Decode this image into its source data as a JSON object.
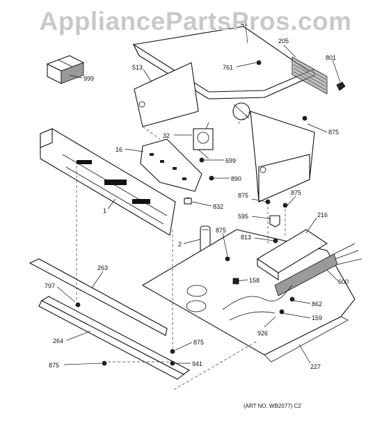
{
  "watermark": "AppliancePartsPros.com",
  "art_number": "(ART NO. WB2077) C2",
  "callouts": [
    {
      "id": "41",
      "text": "41"
    },
    {
      "id": "205",
      "text": "205"
    },
    {
      "id": "801",
      "text": "801"
    },
    {
      "id": "999",
      "text": "999"
    },
    {
      "id": "513",
      "text": "513"
    },
    {
      "id": "761",
      "text": "761"
    },
    {
      "id": "875a",
      "text": "875"
    },
    {
      "id": "32",
      "text": "32"
    },
    {
      "id": "16",
      "text": "16"
    },
    {
      "id": "699",
      "text": "699"
    },
    {
      "id": "890",
      "text": "890"
    },
    {
      "id": "1",
      "text": "1"
    },
    {
      "id": "832",
      "text": "832"
    },
    {
      "id": "875b",
      "text": "875"
    },
    {
      "id": "875c",
      "text": "875"
    },
    {
      "id": "595",
      "text": "595"
    },
    {
      "id": "216",
      "text": "216"
    },
    {
      "id": "813",
      "text": "813"
    },
    {
      "id": "875d",
      "text": "875"
    },
    {
      "id": "2",
      "text": "2"
    },
    {
      "id": "263",
      "text": "263"
    },
    {
      "id": "158",
      "text": "158"
    },
    {
      "id": "600",
      "text": "600"
    },
    {
      "id": "797",
      "text": "797"
    },
    {
      "id": "862",
      "text": "862"
    },
    {
      "id": "159",
      "text": "159"
    },
    {
      "id": "926",
      "text": "926"
    },
    {
      "id": "264",
      "text": "264"
    },
    {
      "id": "875e",
      "text": "875"
    },
    {
      "id": "941",
      "text": "941"
    },
    {
      "id": "875f",
      "text": "875"
    },
    {
      "id": "227",
      "text": "227"
    }
  ]
}
